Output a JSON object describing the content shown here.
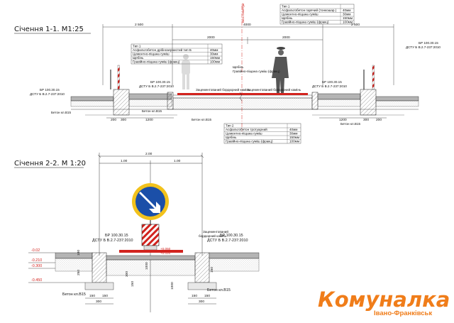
{
  "section1": {
    "title": "Січення 1-1. М1:25",
    "dims_top": [
      "2 500",
      "4000",
      "2 500"
    ],
    "dims_mid": [
      "2000",
      "2000"
    ],
    "axis_label": "Вісь симетрії",
    "curb_label_left": [
      "БР 100.30.15",
      "ДСТУ Б В.2.7-237:2010"
    ],
    "curb_label_mid_left": [
      "БР 100.30.15",
      "ДСТУ Б В.2.7-237:2010"
    ],
    "curb_label_mid_right": [
      "БР 100.30.15",
      "ДСТУ Б В.2.7-237:2010"
    ],
    "curb_label_right": [
      "БР 100.30.15",
      "ДСТУ Б В.2.7-237:2010"
    ],
    "paving_left": "Зацементований бордюрний камінь",
    "paving_right": "Зацементований бордюрний камінь",
    "layer_note": [
      "Щебінь",
      "Гравійно-піщана суміш (фракц)"
    ],
    "concrete_left": "Бетон кл.В15",
    "concrete_mid": "Бетон кл.В15",
    "concrete_right": "Бетон кл.В15",
    "table_top": [
      "Тип 1",
      "Асфальтобетон гарячий (тонкошар.)",
      "Цементно-піщана суміш",
      "Щебінь",
      "Гравійно-піщана суміш (фракц)"
    ],
    "table_left": [
      "Тип 1",
      "Асфальтобетон дрібнозернистий тип Б",
      "Цементно-піщана суміш",
      "Щебінь",
      "Гравійно-піщана суміш (фракц)"
    ],
    "table_bottom": [
      "Тип 2",
      "Асфальтобетон тротуарний",
      "Цементно-піщана суміш",
      "Щебінь",
      "Гравійно-піщана суміш (фракц)"
    ],
    "table_values": [
      "40мм",
      "30мм",
      "150мм",
      "100мм"
    ],
    "bottom_dims_left": [
      "1200",
      "300",
      "200"
    ],
    "bottom_dims_right": [
      "1200",
      "300",
      "200"
    ]
  },
  "section2": {
    "title": "Січення 2-2. М 1:20",
    "dim_total": "2.00",
    "dim_parts": [
      "1.00",
      "1.00"
    ],
    "curb_left": [
      "БР 100.30.15",
      "ДСТУ Б В.2.7-237:2010"
    ],
    "curb_right": [
      "БР 100.30.15",
      "ДСТУ Б В.2.7-237:2010"
    ],
    "paving": [
      "Зацементований",
      "бордюрний камінь"
    ],
    "level_top": "+0.050",
    "level_mid": "+0.020",
    "level_left_1": "-0.02",
    "level_left_2": "-0.210",
    "level_left_3": "-0.300",
    "level_left_4": "-0.450",
    "concrete_left": "Бетон кл.В15",
    "concrete_right": "Бетон кл.В15",
    "bottom_dims": [
      "150",
      "150",
      "300",
      "150",
      "150",
      "300"
    ],
    "side_dims": [
      "100",
      "250",
      "300",
      "150",
      "1000",
      "1000",
      "150"
    ]
  },
  "brand": {
    "name": "Комуналка",
    "city": "Івано-Франківськ",
    "color": "#f07d1a"
  },
  "colors": {
    "sign_blue": "#1b4fa8",
    "sign_yellow": "#f2c21c",
    "hatch_red": "#d2231e",
    "line": "#222222"
  }
}
